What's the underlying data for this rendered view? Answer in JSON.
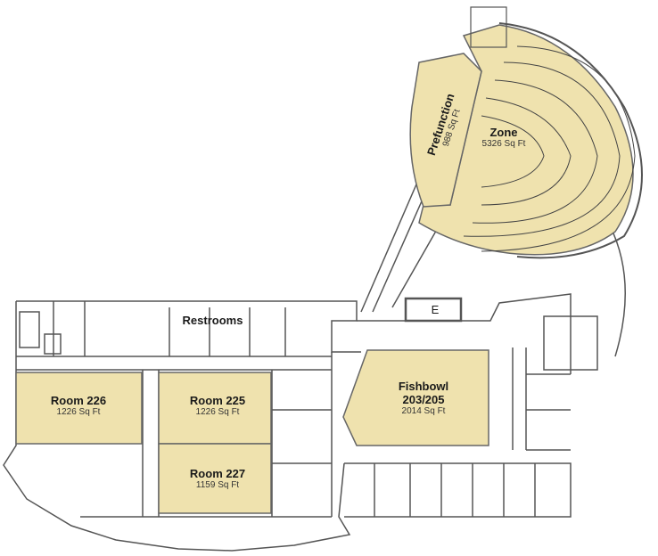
{
  "floorplan": {
    "colors": {
      "highlight_fill": "#efe2ae",
      "wall": "#555555",
      "background": "#ffffff"
    },
    "rooms": [
      {
        "id": "zone",
        "name": "Zone",
        "area": "5326 Sq Ft"
      },
      {
        "id": "prefunction",
        "name": "Prefunction",
        "area": "988 Sq Ft"
      },
      {
        "id": "fishbowl",
        "name": "Fishbowl 203/205",
        "name_line1": "Fishbowl",
        "name_line2": "203/205",
        "area": "2014 Sq Ft"
      },
      {
        "id": "room226",
        "name": "Room 226",
        "area": "1226 Sq Ft"
      },
      {
        "id": "room225",
        "name": "Room 225",
        "area": "1226 Sq Ft"
      },
      {
        "id": "room227",
        "name": "Room 227",
        "area": "1159 Sq Ft"
      }
    ],
    "other_labels": {
      "restrooms": "Restrooms",
      "elevator": "E"
    }
  }
}
